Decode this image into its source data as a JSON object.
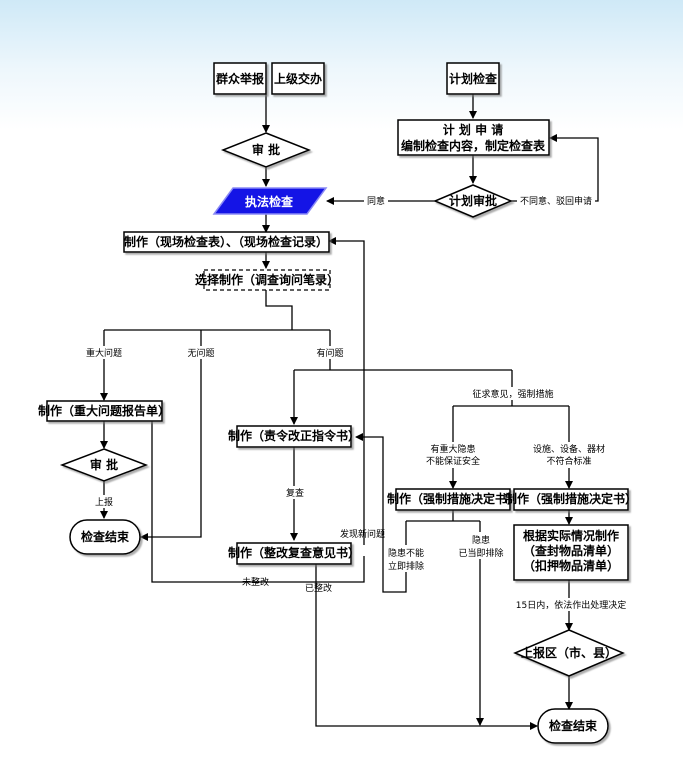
{
  "nodes": {
    "qunzhong": "群众举报",
    "shangji": "上级交办",
    "jihua_jiancha": "计划检查",
    "shenpi_top": "审 批",
    "jihua_shenqing_1": "计 划 申 请",
    "jihua_shenqing_2": "编制检查内容，制定检查表",
    "jihua_shenpi": "计划审批",
    "zhifa": "执法检查",
    "zhizuo_xianchang": "制作（现场检查表）、（现场检查记录）",
    "xuanze": "选择制作（调查询问笔录）",
    "zhongda_baogao": "制作（重大问题报告单）",
    "shenpi_left": "审 批",
    "jieshu_left": "检查结束",
    "zeling": "制作（责令改正指令书）",
    "fucha_yijian": "制作（整改复查意见书）",
    "qiangzhi_left": "制作（强制措施决定书）",
    "qiangzhi_right": "制作（强制措施决定书）",
    "genju_1": "根据实际情况制作",
    "genju_2": "（查封物品清单）",
    "genju_3": "（扣押物品清单）",
    "shangbaoqu": "上报区（市、县）",
    "jieshu_bottom": "检查结束"
  },
  "edges": {
    "tongyi": "同意",
    "butongyi": "不同意、驳回申请",
    "zhongda": "重大问题",
    "wuwenti": "无问题",
    "youwenti": "有问题",
    "shangbao": "上报",
    "fucha": "复查",
    "faxian": "发现新问题",
    "weizhenggai": "未整改",
    "yizhenggai": "已整改",
    "zhengqiu": "征求意见，强制措施",
    "yinhuan_zhongda_1": "有重大隐患",
    "yinhuan_zhongda_2": "不能保证安全",
    "sheshi_1": "设施、设备、器材",
    "sheshi_2": "不符合标准",
    "yinhuan_buneng_1": "隐患不能",
    "yinhuan_buneng_2": "立即排除",
    "yinhuan_yidang_1": "隐患",
    "yinhuan_yidang_2": "已当即排除",
    "shiwu_ri": "15日内，依法作出处理决定"
  },
  "colors": {
    "line": "#000000",
    "accent": "#1414e6",
    "accent_border": "#8a8af5",
    "bg_top": "#cfe9f7"
  }
}
